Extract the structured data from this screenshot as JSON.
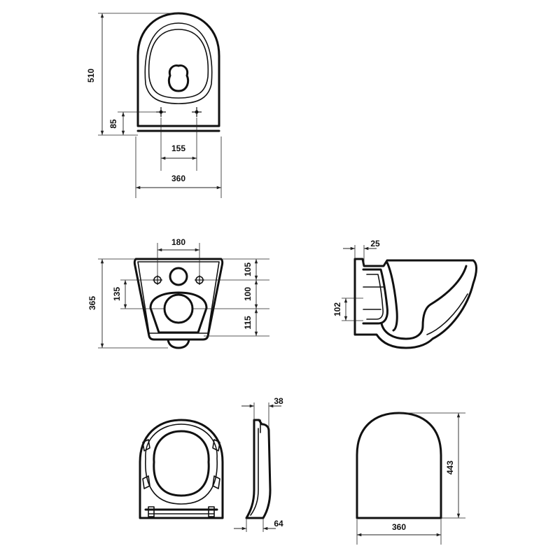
{
  "colors": {
    "line": "#111111",
    "background": "#ffffff"
  },
  "views": {
    "top": {
      "overall_depth": "510",
      "fixing_offset": "85",
      "fixing_spacing": "155",
      "width": "360"
    },
    "rear": {
      "hole_spacing": "180",
      "overall_height": "365",
      "hole_to_outlet": "135",
      "top_to_holes": "105",
      "holes_to_outlet": "100",
      "outlet_to_bottom": "115"
    },
    "side": {
      "rim_offset": "25",
      "inlet_height": "102"
    },
    "seat_side": {
      "thickness_top": "38",
      "thickness_bottom": "64"
    },
    "seat_top": {
      "length": "443",
      "width": "360"
    }
  }
}
